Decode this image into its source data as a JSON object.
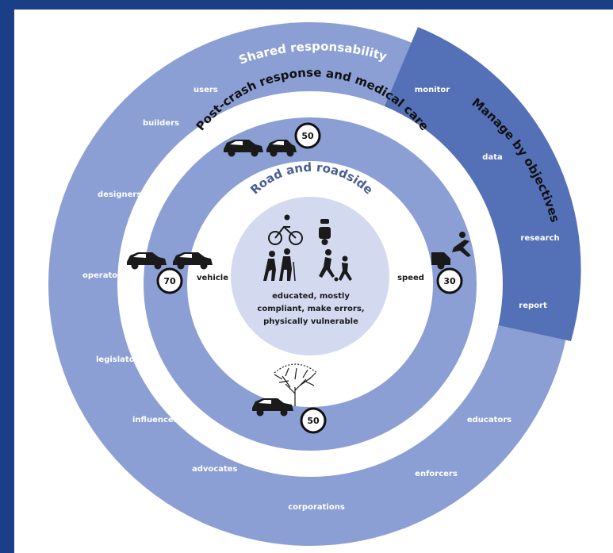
{
  "rings": {
    "outer_title": "Shared responsability",
    "manage_title": "Manage by objectives",
    "post_crash_title": "Post-crash response and medical care",
    "road_title": "Road and roadside"
  },
  "outer_items": [
    "users",
    "builders",
    "designers",
    "operators",
    "legislators",
    "influencers",
    "advocates",
    "corporations",
    "enforcers",
    "educators"
  ],
  "manage_items": [
    "monitor",
    "data",
    "research",
    "report"
  ],
  "inner": {
    "vehicle_label": "vehicle",
    "speed_label": "speed",
    "center_text": [
      "educated, mostly",
      "compliant, make errors,",
      "physically vulnerable"
    ]
  },
  "speed_signs": [
    "50",
    "70",
    "30",
    "50"
  ],
  "colors": {
    "outer_ring": "#8b9fd4",
    "manage_ring": "#5470b6",
    "middle_ring": "#8b9fd4",
    "center_circle": "#d3daf0",
    "border": "#1b3f86"
  }
}
